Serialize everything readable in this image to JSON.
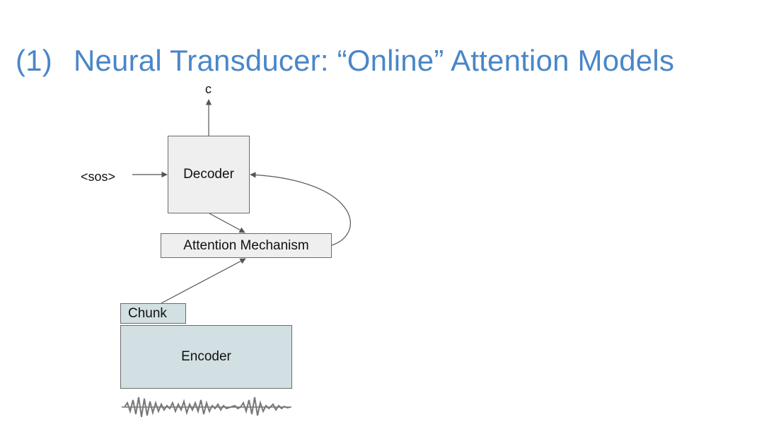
{
  "slide": {
    "number": "(1)",
    "title": "Neural Transducer: “Online” Attention Models"
  },
  "diagram": {
    "output_label": "c",
    "input_label": "<sos>",
    "decoder_label": "Decoder",
    "attention_label": "Attention Mechanism",
    "chunk_label": "Chunk",
    "encoder_label": "Encoder"
  },
  "colors": {
    "title": "#4a86c8",
    "decoder_fill": "#efefef",
    "encoder_fill": "#d2dfe3"
  }
}
